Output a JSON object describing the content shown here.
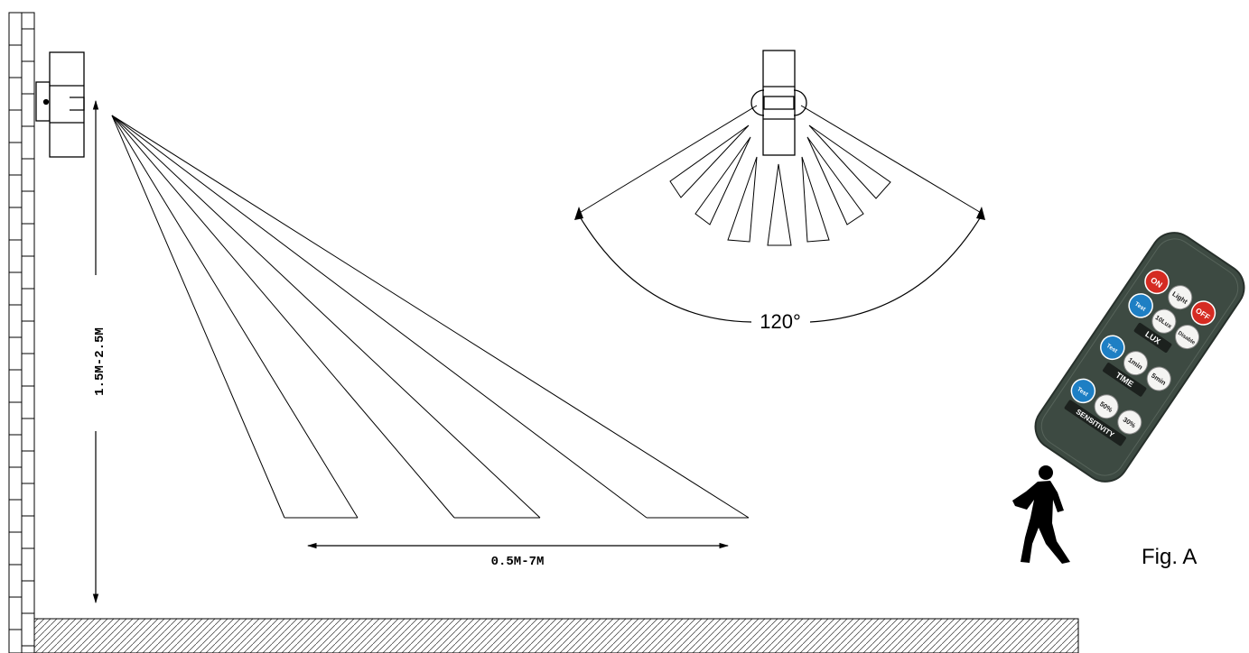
{
  "labels": {
    "height_range": "1.5M-2.5M",
    "distance_range": "0.5M-7M",
    "angle": "120°",
    "figure": "Fig. A"
  },
  "remote": {
    "buttons": {
      "on": "ON",
      "light": "Light",
      "off": "OFF",
      "lux10": "10Lux",
      "disable": "Disable",
      "lux_test": "Test",
      "time_1min": "1min",
      "time_5min": "5min",
      "time_test": "Test",
      "sens_50": "50%",
      "sens_30": "30%",
      "sens_test": "Test"
    },
    "sections": {
      "lux": "LUX",
      "time": "TIME",
      "sensitivity": "SENSITIVITY"
    },
    "colors": {
      "body": "#3d4a42",
      "red": "#d52b22",
      "blue": "#1e7fc4",
      "white": "#f4f4f2"
    }
  }
}
